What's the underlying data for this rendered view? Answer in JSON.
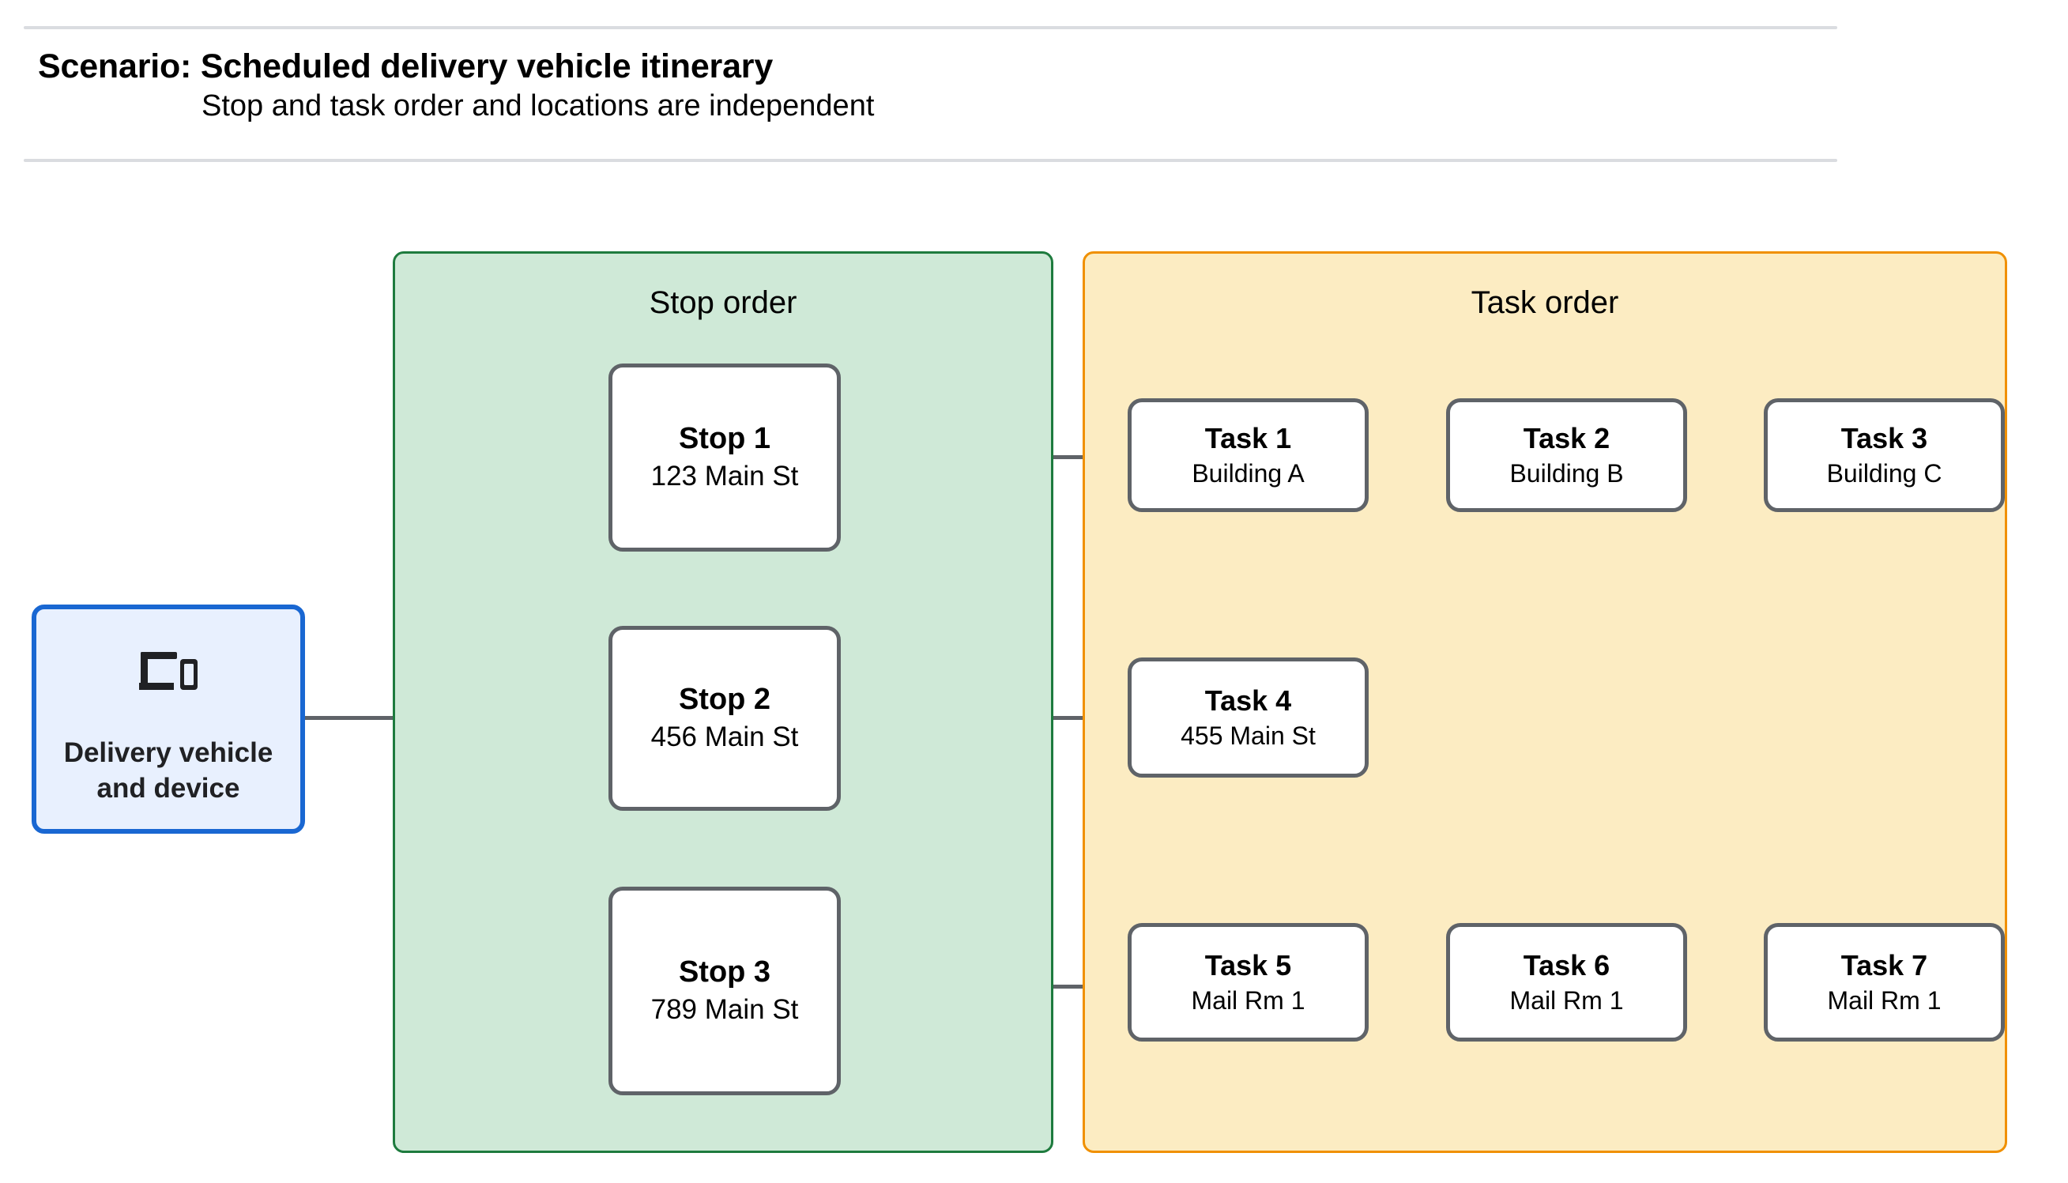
{
  "header": {
    "title": "Scenario: Scheduled delivery vehicle itinerary",
    "subtitle": "Stop and task order and locations are independent"
  },
  "vehicle": {
    "icon": "devices-icon",
    "label_line1": "Delivery vehicle",
    "label_line2": "and device"
  },
  "panels": {
    "stop_order": {
      "title": "Stop order",
      "fill": "#cfe9d7",
      "border": "#1e7b3e"
    },
    "task_order": {
      "title": "Task order",
      "fill": "#fcecc2",
      "border": "#f09000"
    }
  },
  "stops": [
    {
      "title": "Stop 1",
      "address": "123 Main St"
    },
    {
      "title": "Stop 2",
      "address": "456 Main St"
    },
    {
      "title": "Stop 3",
      "address": "789 Main St"
    }
  ],
  "task_rows": [
    [
      {
        "title": "Task 1",
        "location": "Building A"
      },
      {
        "title": "Task 2",
        "location": "Building B"
      },
      {
        "title": "Task 3",
        "location": "Building C"
      }
    ],
    [
      {
        "title": "Task 4",
        "location": "455 Main St"
      }
    ],
    [
      {
        "title": "Task 5",
        "location": "Mail Rm 1"
      },
      {
        "title": "Task 6",
        "location": "Mail Rm 1"
      },
      {
        "title": "Task 7",
        "location": "Mail Rm 1"
      }
    ]
  ],
  "colors": {
    "node_border": "#5f6368",
    "connector": "#5f6368",
    "vehicle_border": "#1967d2",
    "vehicle_fill": "#e8f0fe",
    "divider": "#dadce0"
  }
}
